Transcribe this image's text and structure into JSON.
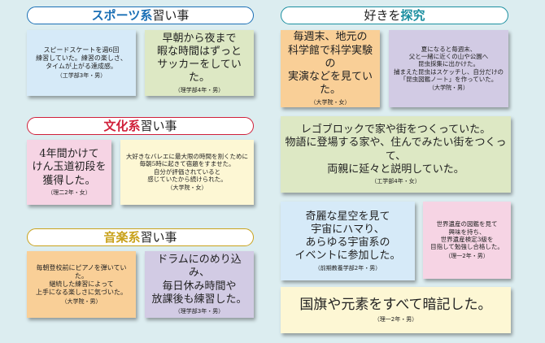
{
  "colors": {
    "background": "#dcedf0",
    "sports": "#1a6fb5",
    "culture": "#d0203a",
    "music": "#c9a21c",
    "explore": "#1b8fa0"
  },
  "sections": {
    "sports": {
      "accent": "スポーツ系",
      "rest": "習い事"
    },
    "culture": {
      "accent": "文化系",
      "rest": "習い事"
    },
    "music": {
      "accent": "音楽系",
      "rest": "習い事"
    },
    "explore": {
      "pre": "好きを",
      "accent": "探究"
    }
  },
  "cards": [
    {
      "text": "スピードスケートを週6回\n練習していた。練習の楽しさ、\nタイムが上がる達成感。",
      "author": "（工学部3年・男）"
    },
    {
      "text": "早朝から夜まで\n暇な時間はずっと\nサッカーをしていた。",
      "author": "（理学部4年・男）"
    },
    {
      "text": "4年間かけて\nけん玉道初段を\n獲得した。",
      "author": "（理二2年・女）"
    },
    {
      "text": "大好きなバレエに最大限の時間を割くために\n毎朝5時に起きて宿題をすませた。\n自分が評価されていると\n感じていたから続けられた。",
      "author": "（大学院・女）"
    },
    {
      "text": "毎朝登校前にピアノを弾いていた。\n継続した練習によって\n上手になる楽しさに気づいた。",
      "author": "（大学院・男）"
    },
    {
      "text": "ドラムにのめり込み、\n毎日休み時間や\n放課後も練習した。",
      "author": "（理学部3年・男）"
    },
    {
      "text": "毎週末、地元の\n科学館で科学実験の\n実演などを見ていた。",
      "author": "（大学院・女）"
    },
    {
      "text": "夏になると毎週末、\n父と一緒に近くの山や公園へ\n昆虫採集に出かけた。\n捕まえた昆虫はスケッチし、自分だけの\n「昆虫図鑑ノート」を作っていた。",
      "author": "（大学院・男）"
    },
    {
      "text": "レゴブロックで家や街をつくっていた。\n物語に登場する家や、住んでみたい街をつくって、\n両親に延々と説明していた。",
      "author": "（工学部4年・女）"
    },
    {
      "text": "奇麗な星空を見て\n宇宙にハマり、\nあらゆる宇宙系の\nイベントに参加した。",
      "author": "（前期教養学部2年・男）"
    },
    {
      "text": "世界遺産の図鑑を見て\n興味を持ち、\n世界遺産検定3級を\n目指して勉強し合格した。",
      "author": "（理一2年・男）"
    },
    {
      "text": "国旗や元素をすべて暗記した。",
      "author": "（理一2年・男）"
    }
  ]
}
